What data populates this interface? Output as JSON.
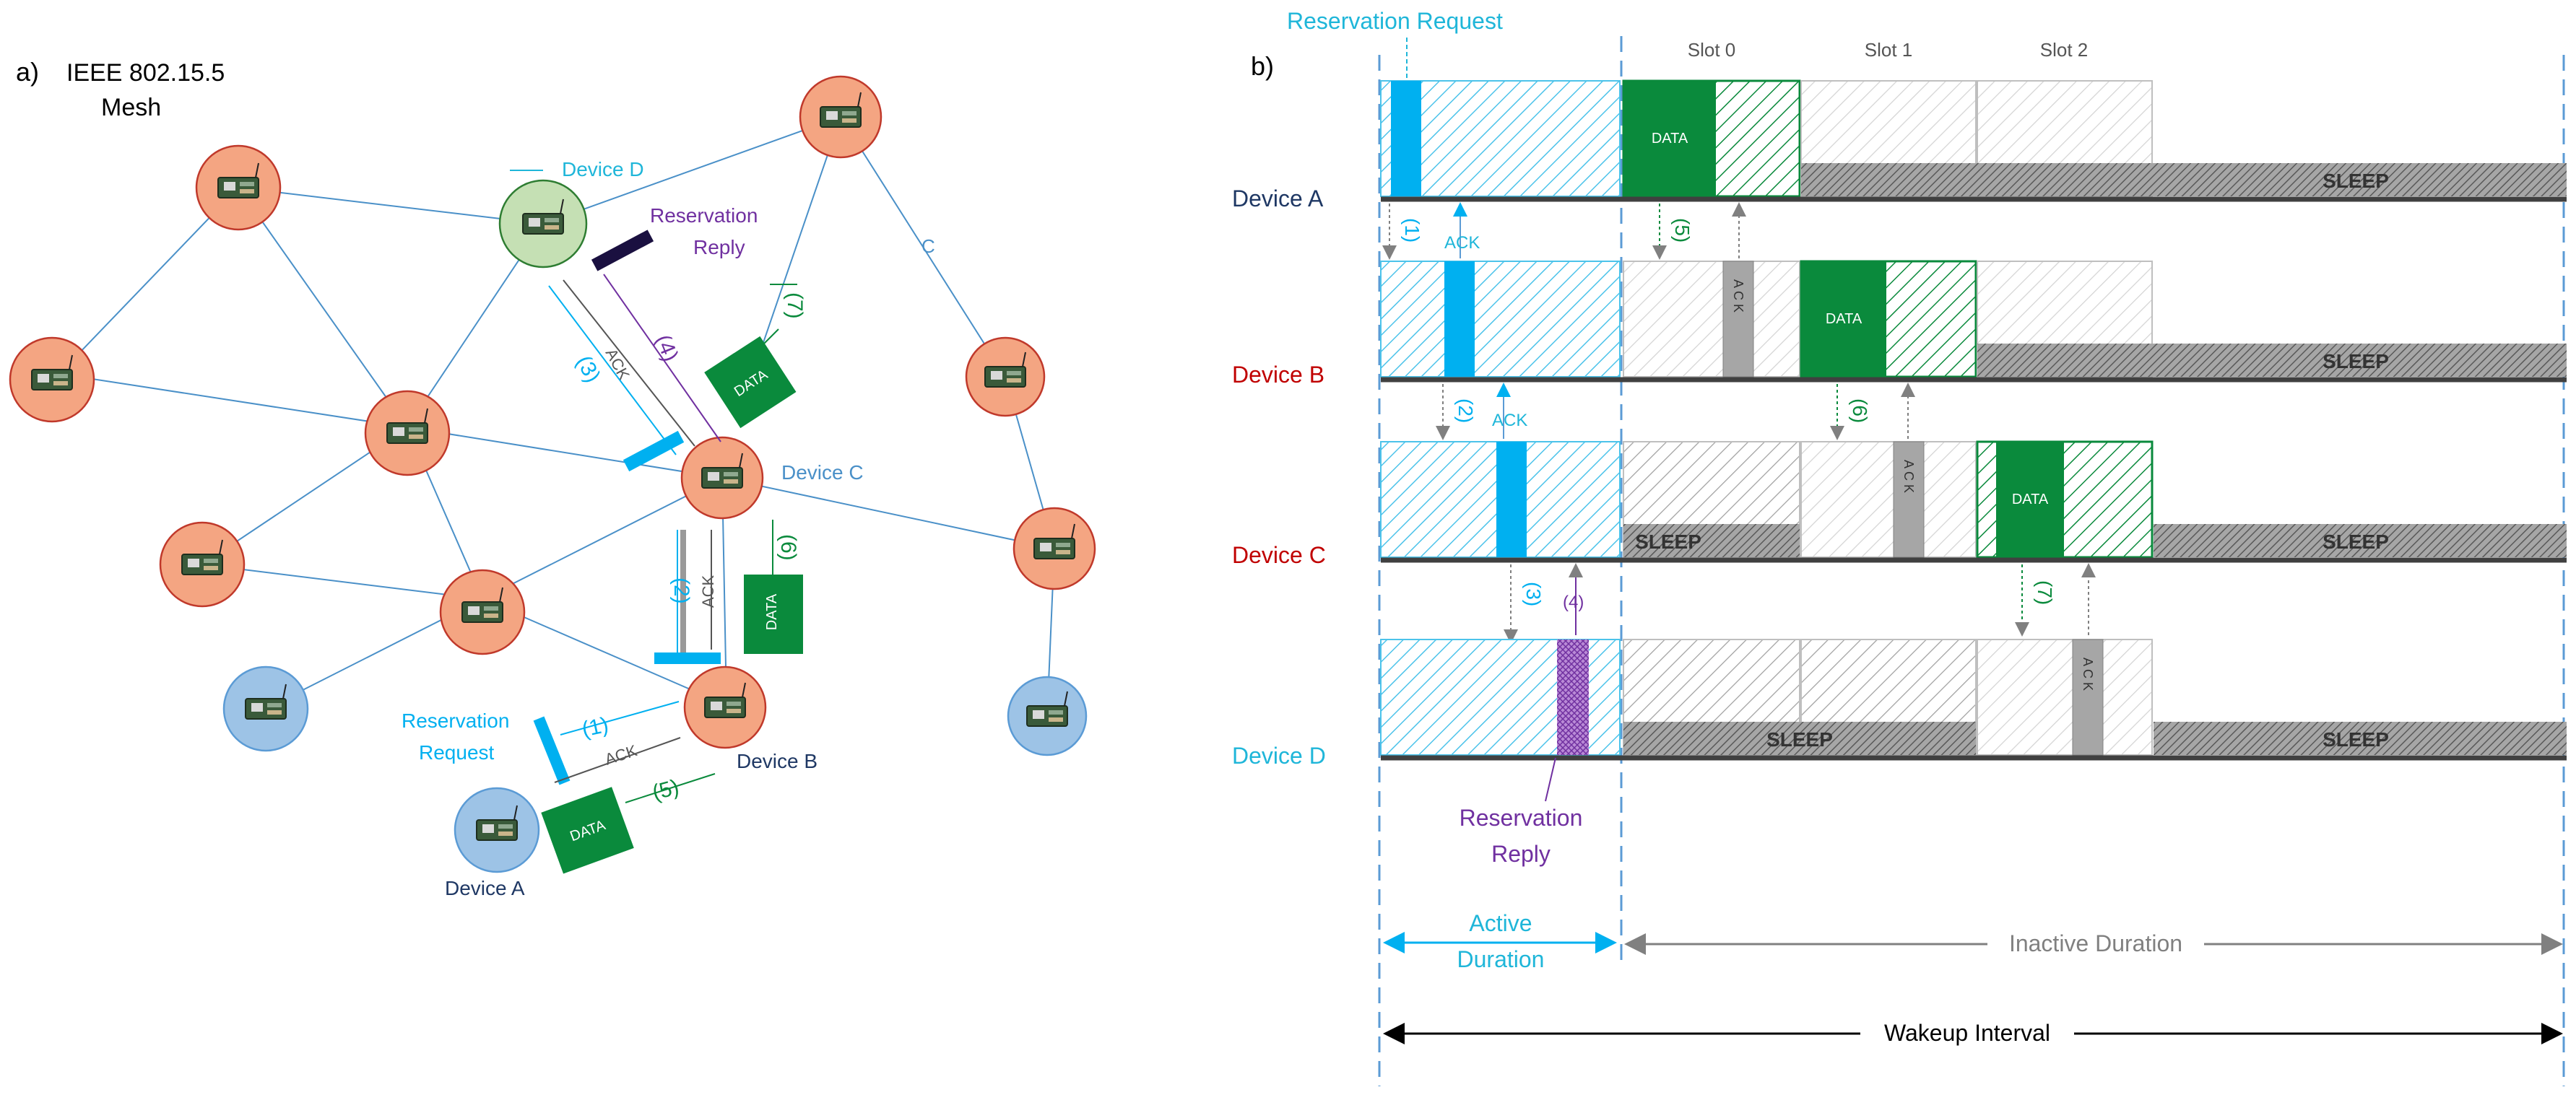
{
  "panel_a": {
    "label": "a)",
    "title_line1": "IEEE 802.15.5",
    "title_line2": "Mesh",
    "device_d_label": "Device D",
    "device_c_label": "Device C",
    "device_b_label": "Device B",
    "device_a_label": "Device A",
    "reservation_reply_line1": "Reservation",
    "reservation_reply_line2": "Reply",
    "reservation_request_line1": "Reservation",
    "reservation_request_line2": "Request",
    "link_c_label": "C",
    "ack_label": "ACK",
    "data_label": "DATA",
    "step1": "(1)",
    "step2": "(2)",
    "step3": "(3)",
    "step4": "(4)",
    "step5": "(5)",
    "step6": "(6)",
    "step7": "(7)"
  },
  "panel_b": {
    "label": "b)",
    "reservation_request": "Reservation Request",
    "slot0": "Slot 0",
    "slot1": "Slot 1",
    "slot2": "Slot 2",
    "devices": [
      "Device A",
      "Device B",
      "Device C",
      "Device D"
    ],
    "data_label": "DATA",
    "ack_label": "ACK",
    "ack_vertical": "A C K",
    "sleep_label": "SLEEP",
    "step1": "(1)",
    "step2": "(2)",
    "step3": "(3)",
    "step4": "(4)",
    "step5": "(5)",
    "step6": "(6)",
    "step7": "(7)",
    "reservation_reply_line1": "Reservation",
    "reservation_reply_line2": "Reply",
    "active_line1": "Active",
    "active_line2": "Duration",
    "inactive": "Inactive Duration",
    "wakeup": "Wakeup Interval"
  },
  "colors": {
    "cyan": "#00b0f0",
    "cyan_text": "#1fb6d9",
    "green": "#0a8a3c",
    "purple": "#7030a0",
    "device_a_text": "#1f3864",
    "device_bc_text": "#c00000",
    "node_orange": "#f4a582",
    "node_blue": "#9dc3e6",
    "node_green": "#c5e0b4"
  }
}
